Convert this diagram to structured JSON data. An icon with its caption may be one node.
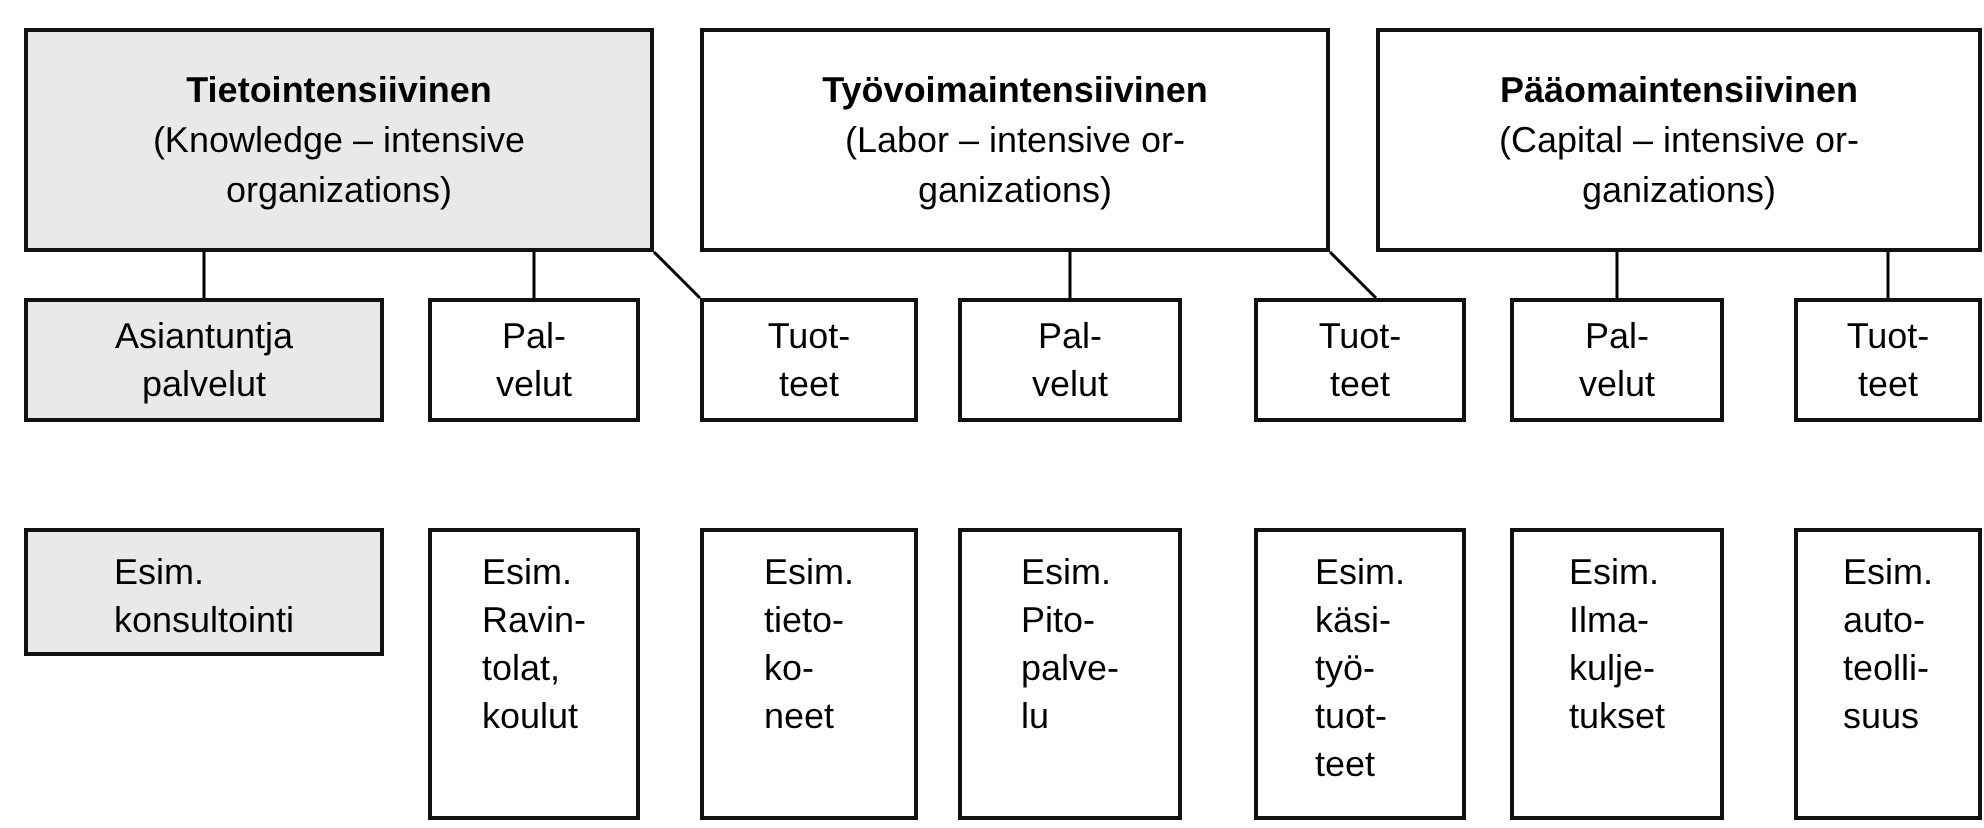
{
  "diagram": {
    "nodes": [
      {
        "text": [
          "Tietointensiivinen",
          "(Knowledge – intensive organizations)"
        ]
      },
      {
        "text": [
          "Työvoimaintensiivinen",
          "(Labor – intensive or- ganizations)"
        ]
      },
      {
        "text": [
          "Pääomaintensiivinen",
          "(Capital – intensive or- ganizations)"
        ]
      },
      {
        "text": [
          "Asiantuntja palvelut"
        ]
      },
      {
        "text": [
          "Pal- velut"
        ]
      },
      {
        "text": [
          "Tuot- teet"
        ]
      },
      {
        "text": [
          "Pal- velut"
        ]
      },
      {
        "text": [
          "Tuot- teet"
        ]
      },
      {
        "text": [
          "Pal- velut"
        ]
      },
      {
        "text": [
          "Tuot- teet"
        ]
      },
      {
        "text": [
          "Esim. konsultointi"
        ]
      },
      {
        "text": [
          "Esim. Ravin- tolat, koulut"
        ]
      },
      {
        "text": [
          "Esim. tieto- ko- neet"
        ]
      },
      {
        "text": [
          "Esim. Pito- palve- lu"
        ]
      },
      {
        "text": [
          "Esim. käsi- työ- tuot- teet"
        ]
      },
      {
        "text": [
          "Esim. Ilma- kulje- tukset"
        ]
      },
      {
        "text": [
          "Esim. auto- teolli- suus"
        ]
      }
    ],
    "edges": [
      {
        "from": 0,
        "to": 3,
        "arrow": "none"
      },
      {
        "from": 0,
        "to": 4,
        "arrow": "none"
      },
      {
        "from": 0,
        "to": 5,
        "arrow": "none"
      },
      {
        "from": 1,
        "to": 6,
        "arrow": "none"
      },
      {
        "from": 1,
        "to": 7,
        "arrow": "none"
      },
      {
        "from": 2,
        "to": 8,
        "arrow": "none"
      },
      {
        "from": 2,
        "to": 9,
        "arrow": "none"
      }
    ]
  }
}
